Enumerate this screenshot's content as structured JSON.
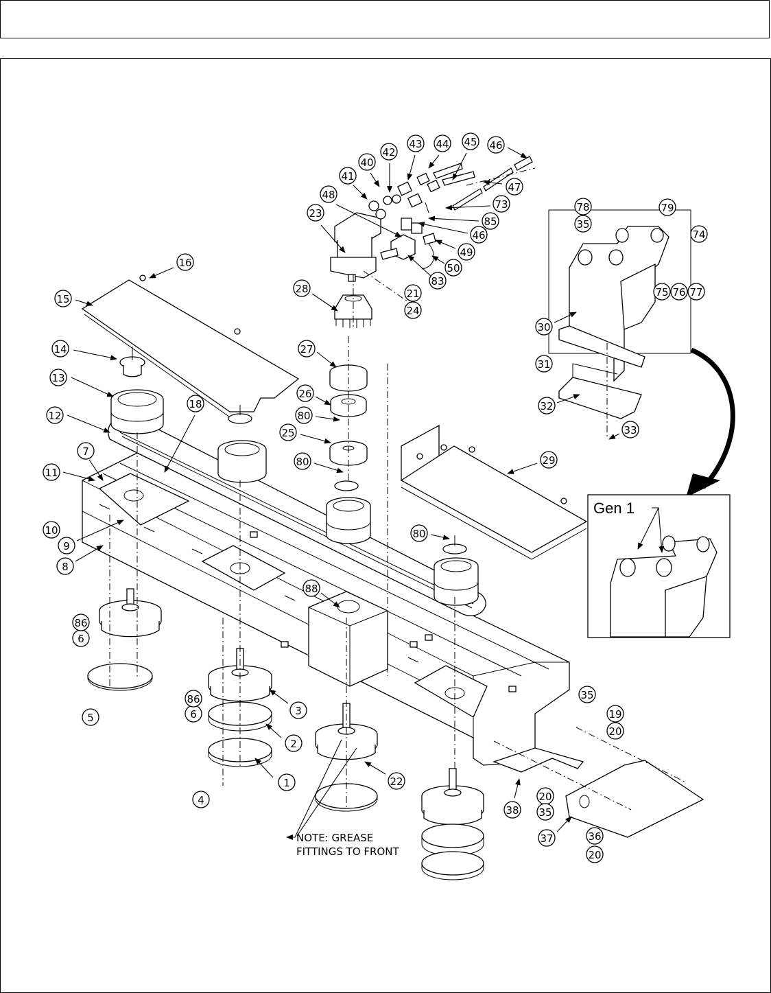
{
  "page": {
    "header_text": "",
    "footer_text": ""
  },
  "diagram": {
    "type": "exploded-parts-view",
    "note": {
      "line1": "NOTE: GREASE",
      "line2": "FITTINGS TO FRONT"
    },
    "inset": {
      "label": "Gen 1"
    },
    "callouts": [
      {
        "id": "c1",
        "label": "1"
      },
      {
        "id": "c2",
        "label": "2"
      },
      {
        "id": "c3",
        "label": "3"
      },
      {
        "id": "c4",
        "label": "4"
      },
      {
        "id": "c5",
        "label": "5"
      },
      {
        "id": "c6a",
        "label": "6"
      },
      {
        "id": "c6b",
        "label": "6"
      },
      {
        "id": "c7",
        "label": "7"
      },
      {
        "id": "c8",
        "label": "8"
      },
      {
        "id": "c9",
        "label": "9"
      },
      {
        "id": "c10",
        "label": "10"
      },
      {
        "id": "c11",
        "label": "11"
      },
      {
        "id": "c12",
        "label": "12"
      },
      {
        "id": "c13",
        "label": "13"
      },
      {
        "id": "c14",
        "label": "14"
      },
      {
        "id": "c15",
        "label": "15"
      },
      {
        "id": "c16",
        "label": "16"
      },
      {
        "id": "c18",
        "label": "18"
      },
      {
        "id": "c19",
        "label": "19"
      },
      {
        "id": "c20a",
        "label": "20"
      },
      {
        "id": "c20b",
        "label": "20"
      },
      {
        "id": "c20c",
        "label": "20"
      },
      {
        "id": "c21",
        "label": "21"
      },
      {
        "id": "c22",
        "label": "22"
      },
      {
        "id": "c23",
        "label": "23"
      },
      {
        "id": "c24",
        "label": "24"
      },
      {
        "id": "c25",
        "label": "25"
      },
      {
        "id": "c26",
        "label": "26"
      },
      {
        "id": "c27",
        "label": "27"
      },
      {
        "id": "c28",
        "label": "28"
      },
      {
        "id": "c29",
        "label": "29"
      },
      {
        "id": "c30",
        "label": "30"
      },
      {
        "id": "c31",
        "label": "31"
      },
      {
        "id": "c32",
        "label": "32"
      },
      {
        "id": "c33",
        "label": "33"
      },
      {
        "id": "c35a",
        "label": "35"
      },
      {
        "id": "c35b",
        "label": "35"
      },
      {
        "id": "c35c",
        "label": "35"
      },
      {
        "id": "c36",
        "label": "36"
      },
      {
        "id": "c37",
        "label": "37"
      },
      {
        "id": "c38",
        "label": "38"
      },
      {
        "id": "c40",
        "label": "40"
      },
      {
        "id": "c41",
        "label": "41"
      },
      {
        "id": "c42",
        "label": "42"
      },
      {
        "id": "c43",
        "label": "43"
      },
      {
        "id": "c44",
        "label": "44"
      },
      {
        "id": "c45",
        "label": "45"
      },
      {
        "id": "c46a",
        "label": "46"
      },
      {
        "id": "c46b",
        "label": "46"
      },
      {
        "id": "c47",
        "label": "47"
      },
      {
        "id": "c48",
        "label": "48"
      },
      {
        "id": "c49",
        "label": "49"
      },
      {
        "id": "c50",
        "label": "50"
      },
      {
        "id": "c73",
        "label": "73"
      },
      {
        "id": "c74",
        "label": "74"
      },
      {
        "id": "c75",
        "label": "75"
      },
      {
        "id": "c76",
        "label": "76"
      },
      {
        "id": "c77",
        "label": "77"
      },
      {
        "id": "c78",
        "label": "78"
      },
      {
        "id": "c79",
        "label": "79"
      },
      {
        "id": "c80a",
        "label": "80"
      },
      {
        "id": "c80b",
        "label": "80"
      },
      {
        "id": "c80c",
        "label": "80"
      },
      {
        "id": "c83",
        "label": "83"
      },
      {
        "id": "c85",
        "label": "85"
      },
      {
        "id": "c86a",
        "label": "86"
      },
      {
        "id": "c86b",
        "label": "86"
      },
      {
        "id": "c88",
        "label": "88"
      }
    ]
  }
}
